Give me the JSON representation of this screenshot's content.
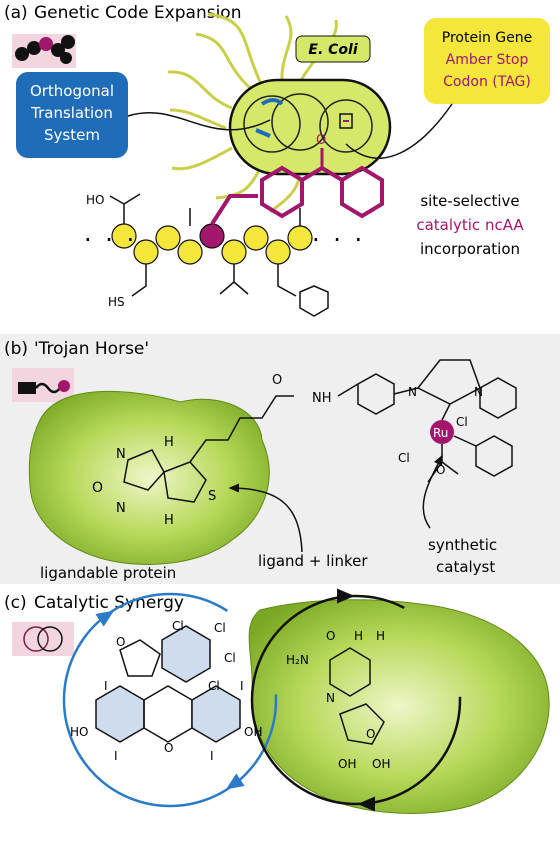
{
  "panel_a": {
    "label": "(a)",
    "title": "Genetic Code Expansion",
    "ecoli": "E. Coli",
    "ots_line1": "Orthogonal",
    "ots_line2": "Translation",
    "ots_line3": "System",
    "gene_line1": "Protein Gene",
    "gene_line2": "Amber Stop",
    "gene_line3": "Codon (TAG)",
    "site_line1": "site-selective",
    "site_line2": "catalytic ncAA",
    "site_line3": "incorporation",
    "chem_ho": "HO",
    "chem_hs": "HS",
    "chem_o": "O"
  },
  "panel_b": {
    "label": "(b)",
    "title": "'Trojan Horse'",
    "ligandable": "ligandable protein",
    "ligand": "ligand + linker",
    "synthetic_line1": "synthetic",
    "synthetic_line2": "catalyst",
    "chem_o": "O",
    "chem_nh": "NH",
    "chem_n1": "N",
    "chem_n2": "N",
    "chem_h": "H",
    "chem_s": "S",
    "chem_ru": "Ru",
    "chem_cl": "Cl"
  },
  "panel_c": {
    "label": "(c)",
    "title": "Catalytic Synergy",
    "chem_cl": "Cl",
    "chem_i": "I",
    "chem_ho": "HO",
    "chem_oh": "OH",
    "chem_o": "O",
    "chem_h2n": "H₂N",
    "chem_n": "N",
    "chem_h": "H"
  },
  "colors": {
    "magenta": "#a2166b",
    "yellow": "#f5e63c",
    "blue": "#1f6db8",
    "green": "#9ecc3a",
    "lime": "#d6e86a",
    "pink_bg": "#f2d5de"
  }
}
